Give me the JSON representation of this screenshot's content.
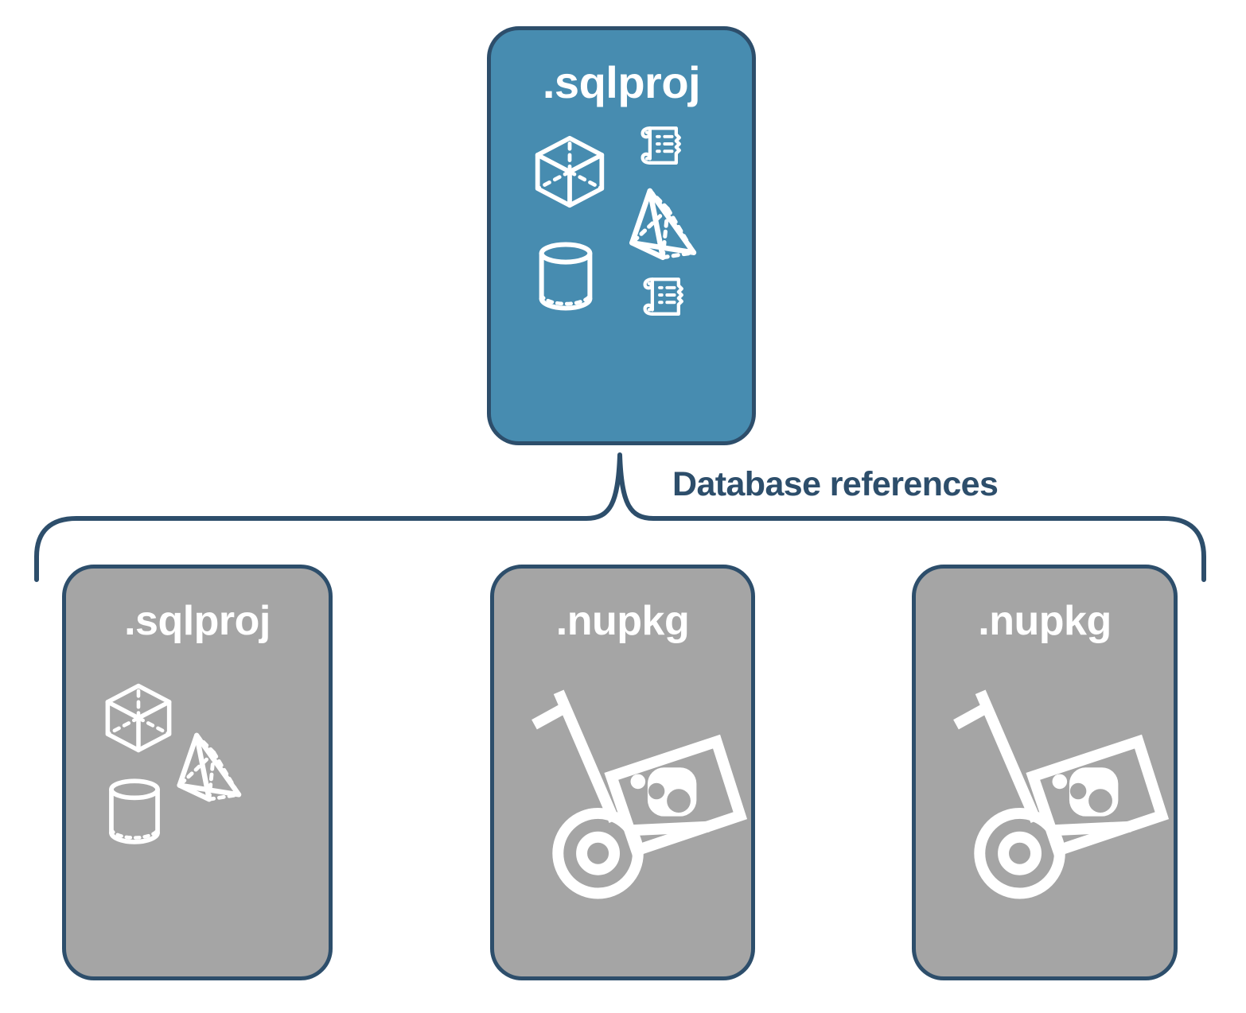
{
  "diagram": {
    "title": "SQL project database references diagram",
    "colors": {
      "root_fill": "#478cb0",
      "reference_fill": "#a5a5a5",
      "border": "#2d4e6b",
      "label_text": "#2d4e6b",
      "card_text": "#ffffff",
      "background": "#ffffff"
    },
    "connector": {
      "label": "Database references",
      "style": "curly-brace",
      "stroke": "#2d4e6b"
    },
    "root_card": {
      "title": ".sqlproj",
      "fill": "#478cb0",
      "icons": [
        "cube-wireframe-icon",
        "scroll-script-icon",
        "pyramid-wireframe-icon",
        "cylinder-wireframe-icon",
        "scroll-script-icon"
      ]
    },
    "reference_cards": [
      {
        "title": ".sqlproj",
        "fill": "#a5a5a5",
        "icons": [
          "cube-wireframe-icon",
          "pyramid-wireframe-icon",
          "cylinder-wireframe-icon"
        ]
      },
      {
        "title": ".nupkg",
        "fill": "#a5a5a5",
        "icons": [
          "hand-truck-package-icon"
        ]
      },
      {
        "title": ".nupkg",
        "fill": "#a5a5a5",
        "icons": [
          "hand-truck-package-icon"
        ]
      }
    ]
  }
}
